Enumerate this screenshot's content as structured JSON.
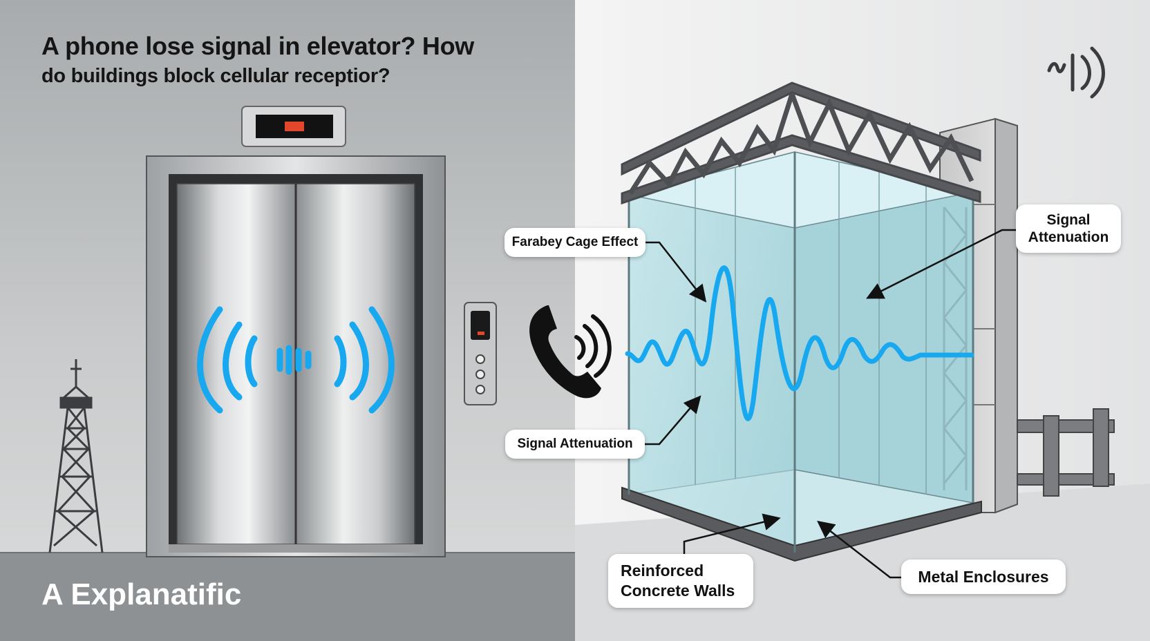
{
  "title": {
    "line1": "A phone lose signal in elevator? How",
    "line2": "do buildings block cellular receptior?"
  },
  "footer": "A Explanatific",
  "callouts": {
    "faraday": "Farabey Cage Effect",
    "attenuation_left": "Signal Attenuation",
    "attenuation_right_line1": "Signal",
    "attenuation_right_line2": "Attenuation",
    "concrete_line1": "Reinforced",
    "concrete_line2": "Concrete Walls",
    "metal": "Metal Enclosures"
  },
  "colors": {
    "signal_blue": "#18a8f0",
    "left_panel_bg": "#b4b6b8",
    "right_panel_bg": "#ececec",
    "glass": "#bfe3e8",
    "steel": "#595b5e"
  },
  "icons": [
    "signal-corner-icon",
    "phone-icon",
    "cell-tower-icon"
  ]
}
